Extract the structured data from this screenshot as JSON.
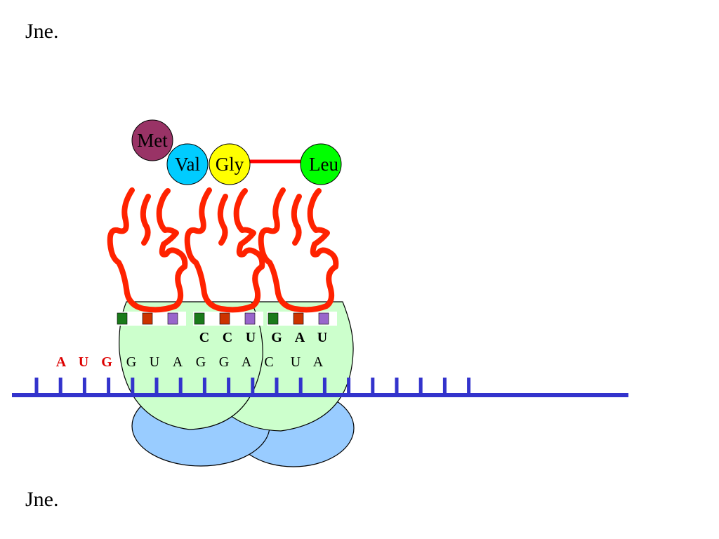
{
  "captions": {
    "top": "Jne.",
    "bottom": "Jne."
  },
  "amino_acids": [
    {
      "label": "Met",
      "color": "#993366"
    },
    {
      "label": "Val",
      "color": "#00ccff"
    },
    {
      "label": "Gly",
      "color": "#ffff00"
    },
    {
      "label": "Leu",
      "color": "#00ff00"
    }
  ],
  "anticodons": [
    {
      "text": "C",
      "bold": true
    },
    {
      "text": "C",
      "bold": true
    },
    {
      "text": "U",
      "bold": true
    },
    {
      "text": "G",
      "bold": true
    },
    {
      "text": "A",
      "bold": true
    },
    {
      "text": "U",
      "bold": true
    }
  ],
  "mrna": {
    "start_codon": [
      "A",
      "U",
      "G"
    ],
    "sequence": [
      "G",
      "U",
      "A",
      "G",
      "G",
      "A",
      "C",
      "U",
      "A"
    ],
    "start_color": "#dd0000",
    "backbone_color": "#3333cc"
  },
  "colors": {
    "ribosome_large": "#ccffcc",
    "ribosome_small": "#99ccff",
    "trna": "#ff2200",
    "peptide_bond": "#ff0000"
  }
}
